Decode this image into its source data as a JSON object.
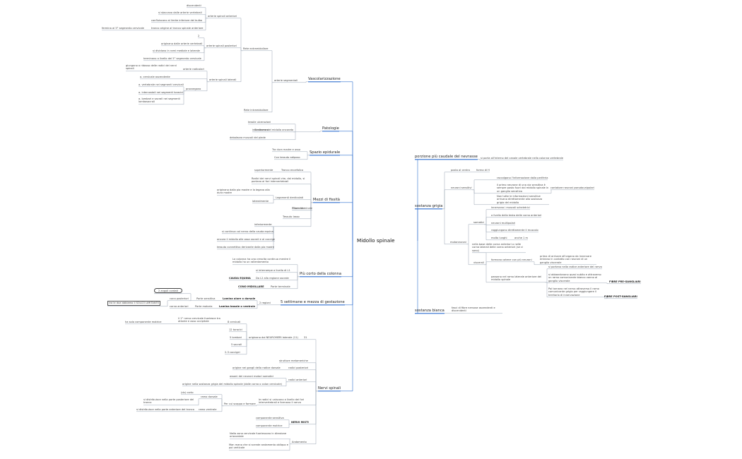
{
  "diagram": {
    "root": "Midollo spinale",
    "nodes": [
      {
        "id": "vasc",
        "text": "Vascolarizzazione",
        "kind": "branch"
      },
      {
        "id": "aseg",
        "text": "arterie segmentali"
      },
      {
        "id": "extra",
        "text": "Rete extramidollare"
      },
      {
        "id": "intra",
        "text": "Rete intramidollare"
      },
      {
        "id": "asa",
        "text": "arterie spinali anteriori"
      },
      {
        "id": "asa1",
        "text": "discendenti"
      },
      {
        "id": "asa2",
        "text": "si staccano dalle arterie vertebrali"
      },
      {
        "id": "asa3",
        "text": "confluiscono al limite inferiore del bulbo"
      },
      {
        "id": "asa4",
        "text": "tronco origine al tronco spinale anteriore"
      },
      {
        "id": "asa5",
        "text": "fermina al 5° segmento cervicale"
      },
      {
        "id": "asp",
        "text": "arterie spinali posteriori"
      },
      {
        "id": "asp1",
        "text": "2"
      },
      {
        "id": "asp2",
        "text": "originano dalle arterie vertebrali"
      },
      {
        "id": "asp3",
        "text": "si dividono in rami mediale e laterale"
      },
      {
        "id": "asp4",
        "text": "terminano a livello del 5° segmento cervicale"
      },
      {
        "id": "asl",
        "text": "arterie spinali laterali"
      },
      {
        "id": "asl1",
        "text": "giungono a ridosso delle radici dei nervi spinali"
      },
      {
        "id": "asl2",
        "text": "arterie radicolari"
      },
      {
        "id": "asl3",
        "text": "a. cervicale ascendente"
      },
      {
        "id": "asl4",
        "text": "a. vertebrale nei segmenti cervicali"
      },
      {
        "id": "asl5",
        "text": "a. intercostali nei segmenti toracici"
      },
      {
        "id": "asl6",
        "text": "a. lombari e sacrali nei segmenti lombosacrali"
      },
      {
        "id": "asl7",
        "text": "provvegono"
      },
      {
        "id": "pato",
        "text": "Patologie",
        "kind": "branch"
      },
      {
        "id": "pato1",
        "text": "Sindrome del midollo ancorato"
      },
      {
        "id": "pato2",
        "text": "tessile ulcerazioni"
      },
      {
        "id": "pato3",
        "text": "incontinenza"
      },
      {
        "id": "pato4",
        "text": "debolezza muscoli del piede"
      },
      {
        "id": "epid",
        "text": "Spazio epidurale",
        "kind": "branch"
      },
      {
        "id": "epid1",
        "text": "Tra dura madre e osso"
      },
      {
        "id": "epid2",
        "text": "Con tessuto adiposo"
      },
      {
        "id": "mezzi",
        "text": "Mezzi di fissità",
        "kind": "branch"
      },
      {
        "id": "mez1",
        "text": "Tronco encefalico"
      },
      {
        "id": "mez2",
        "text": "superiormente"
      },
      {
        "id": "mez3",
        "text": "Radici dei nervi spinali che, dal midollo, si portano ai fori intervertebrali"
      },
      {
        "id": "mez4",
        "text": "Legamenti denticolati"
      },
      {
        "id": "mez5",
        "text": "originano dalla pia madre e la legano alla dura madre"
      },
      {
        "id": "mez6",
        "text": "lateralmente"
      },
      {
        "id": "mez7",
        "text": "Filum terminale"
      },
      {
        "id": "mez8",
        "text": "Filamento"
      },
      {
        "id": "mez9",
        "text": "Tessuto lasso"
      },
      {
        "id": "mez10",
        "text": "inferiormente"
      },
      {
        "id": "mez11",
        "text": "si continua col nervo della cauda equina"
      },
      {
        "id": "mez12",
        "text": "ancora il midollo alle ossa sacrali e al coccige"
      },
      {
        "id": "mez13",
        "text": "tessuto connettivo derivante dalla pia madre"
      },
      {
        "id": "corto",
        "text": "Più corto della colonna",
        "kind": "branch"
      },
      {
        "id": "cor1",
        "text": "La colonna ha una crescita continua mentre il midollo ha un rallentamento"
      },
      {
        "id": "cor2",
        "text": "si interrompe a livello di L1"
      },
      {
        "id": "cor3",
        "text": "CAUDA EQUINA",
        "kind": "bold"
      },
      {
        "id": "cor4",
        "text": "Da L2 alla regione sacrale"
      },
      {
        "id": "cor5",
        "text": "CONO MIDOLLARE",
        "kind": "bold"
      },
      {
        "id": "cor6",
        "text": "Parte terminale"
      },
      {
        "id": "sett",
        "text": "5 settimane e mezza di gestazione",
        "kind": "branch"
      },
      {
        "id": "set1",
        "text": "2 regioni"
      },
      {
        "id": "set2",
        "text": "Lamina alare o dorsale",
        "kind": "bold"
      },
      {
        "id": "set3",
        "text": "Lamina basale o ventrale",
        "kind": "bold"
      },
      {
        "id": "set4",
        "text": "Parte sensitiva"
      },
      {
        "id": "set5",
        "text": "Parte motoria"
      },
      {
        "id": "set6",
        "text": "cona posteriori"
      },
      {
        "id": "set7",
        "text": "corna anteriori"
      },
      {
        "id": "set8",
        "text": "tra le due abbiamo il SOLCO LIMITANTE"
      },
      {
        "id": "set9",
        "text": "2 angoli cordati"
      },
      {
        "id": "nervi",
        "text": "Nervi spinali",
        "kind": "branch"
      },
      {
        "id": "ns31",
        "text": "31"
      },
      {
        "id": "ns1",
        "text": "originano dai NEUROMERI laterale (11)"
      },
      {
        "id": "ns2",
        "text": "8 cervicali"
      },
      {
        "id": "ns3",
        "text": "il 1° nervo cervicale fuoriesce tra atlante e osso occipitale"
      },
      {
        "id": "ns4",
        "text": "ha solo componente motrice"
      },
      {
        "id": "ns5",
        "text": "12 toracici"
      },
      {
        "id": "ns6",
        "text": "5 lombari"
      },
      {
        "id": "ns7",
        "text": "5 sacrali"
      },
      {
        "id": "ns8",
        "text": "2-3 coccigei"
      },
      {
        "id": "ns9",
        "text": "strutture metameriche"
      },
      {
        "id": "ns10",
        "text": "radici posteriori"
      },
      {
        "id": "ns11",
        "text": "origine nei gangli della radice dorsale"
      },
      {
        "id": "ns12",
        "text": "radici anteriori"
      },
      {
        "id": "ns13",
        "text": "assoni dei neuroni motori somatici"
      },
      {
        "id": "ns14",
        "text": "origine nella sostanza grigia del midollo spinale (dalle corna o colon cervicale)"
      },
      {
        "id": "ns15",
        "text": "Per cui scappa e formare"
      },
      {
        "id": "ns16",
        "text": "le radici si uniscono a livello dei fori intervertebrali e formano il nervo"
      },
      {
        "id": "ns17",
        "text": "(dx) corto"
      },
      {
        "id": "ns18",
        "text": "ramo dorsale"
      },
      {
        "id": "ns19",
        "text": "si distribuisce nella parte posteriore del tronco"
      },
      {
        "id": "ns20",
        "text": "ramo ventrale"
      },
      {
        "id": "ns21",
        "text": "si distribuisce nella parte anteriore del tronco"
      },
      {
        "id": "ns22",
        "text": "NERVI MISTI",
        "kind": "bold"
      },
      {
        "id": "ns23",
        "text": "componente sensitiva"
      },
      {
        "id": "ns24",
        "text": "componente motrice"
      },
      {
        "id": "ns25",
        "text": "Andamento"
      },
      {
        "id": "ns26",
        "text": "Nella zona cervicale fuoriescono in direzione orizzontale"
      },
      {
        "id": "ns27",
        "text": "Man mano che si scende andamento obliquo e poi verticale"
      },
      {
        "id": "porz",
        "text": "porzione più caudale del nevrasse",
        "kind": "branch"
      },
      {
        "id": "porz1",
        "text": "si porta all'interno del canale vertebrale nella colonna vertebrale"
      },
      {
        "id": "grig",
        "text": "sostanza grigia",
        "kind": "branch"
      },
      {
        "id": "g1",
        "text": "posta al centro"
      },
      {
        "id": "g2",
        "text": "forma di H"
      },
      {
        "id": "g3",
        "text": "neuroni sensitivi"
      },
      {
        "id": "g4",
        "text": "raccolgono l'informazione dalla periferia"
      },
      {
        "id": "g5",
        "text": "il primo neurone di una via sensitiva è sempre posto fuori dal midollo spinale in un ganglio sensitivo"
      },
      {
        "id": "g6",
        "text": "contatore neuroni pseudounipolari"
      },
      {
        "id": "g7",
        "text": "Non tutte le informazioni sensitive arrivano direttamente alla sostanza grigia del midollo"
      },
      {
        "id": "g8",
        "text": "motoneuroni"
      },
      {
        "id": "g9",
        "text": "somatici"
      },
      {
        "id": "g10",
        "text": "innervano i muscoli scheletrici"
      },
      {
        "id": "g11",
        "text": "a livello della testa delle corna anteriori"
      },
      {
        "id": "g12",
        "text": "neuroni multipolari"
      },
      {
        "id": "g13",
        "text": "raggiungono direttamente il muscolo"
      },
      {
        "id": "g14",
        "text": "molto lunghi"
      },
      {
        "id": "g15",
        "text": "anche 1 m"
      },
      {
        "id": "g16",
        "text": "viscerali"
      },
      {
        "id": "g17",
        "text": "nella base delle corna anteriori o nelle corna laterali delle corna anteriori (se ci sono)"
      },
      {
        "id": "g18",
        "text": "formano catene con più neuroni"
      },
      {
        "id": "g19",
        "text": "prima di arrivare all'organo da innervare entrano in contatto con neuroni di un ganglio viscerale"
      },
      {
        "id": "g20",
        "text": "passano nel ramo laterale anteriore del midollo spinale"
      },
      {
        "id": "g21",
        "text": "si portano nella radice anteriore del nervo"
      },
      {
        "id": "g22",
        "text": "si abbandonano quasi subito e attraverso un ramo comunicante bianco vanno al ganglio viscerale"
      },
      {
        "id": "g23",
        "text": "FIBRE PRE-GANGLIARI",
        "kind": "bold"
      },
      {
        "id": "g24",
        "text": "Poi tornano nel nervo attraverso il ramo comunicante grigio per raggiungere il territorio di innervazione"
      },
      {
        "id": "g25",
        "text": "FIBRE POST-GANGLIARI",
        "kind": "bold"
      },
      {
        "id": "bian",
        "text": "sostanza bianca",
        "kind": "branch"
      },
      {
        "id": "bian1",
        "text": "fasci di fibre nervose ascendenti e discendenti"
      }
    ]
  }
}
